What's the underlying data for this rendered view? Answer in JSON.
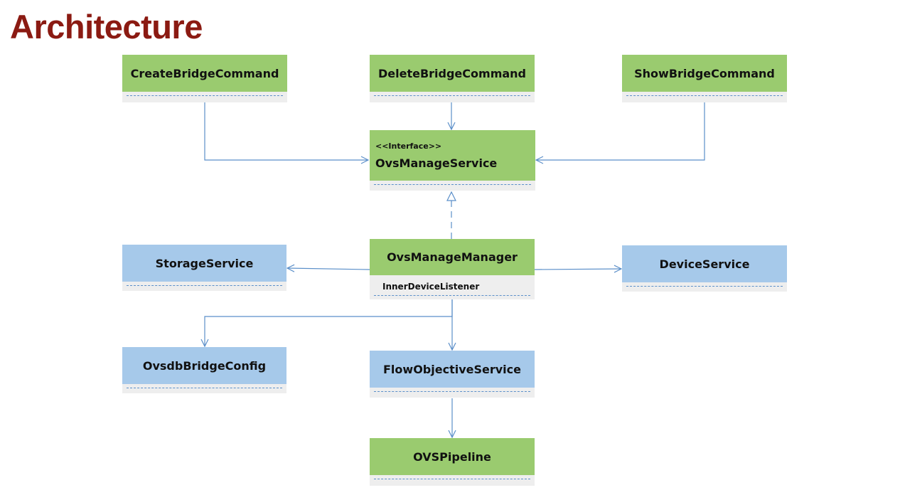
{
  "title": "Architecture",
  "nodes": {
    "create_bridge_command": {
      "label": "CreateBridgeCommand"
    },
    "delete_bridge_command": {
      "label": "DeleteBridgeCommand"
    },
    "show_bridge_command": {
      "label": "ShowBridgeCommand"
    },
    "ovs_manage_service": {
      "stereotype": "<<Interface>>",
      "label": "OvsManageService"
    },
    "storage_service": {
      "label": "StorageService"
    },
    "ovs_manage_manager": {
      "label": "OvsManageManager",
      "member": "InnerDeviceListener"
    },
    "device_service": {
      "label": "DeviceService"
    },
    "ovsdb_bridge_config": {
      "label": "OvsdbBridgeConfig"
    },
    "flow_objective_service": {
      "label": "FlowObjectiveService"
    },
    "ovs_pipeline": {
      "label": "OVSPipeline"
    }
  },
  "colors": {
    "title": "#8B1A12",
    "class_green": "#9acb6f",
    "class_blue": "#a6c9ea",
    "connector": "#5b8fc9"
  }
}
